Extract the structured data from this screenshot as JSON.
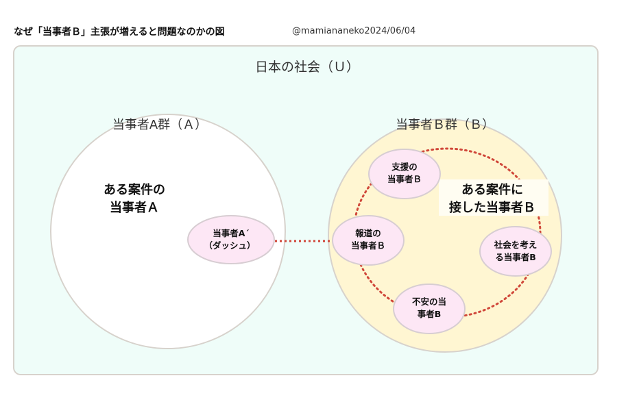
{
  "header": {
    "title": "なぜ「当事者Ｂ」主張が増えると問題なのかの図",
    "credit": "@mamiananeko2024/06/04"
  },
  "universe": {
    "label": "日本の社会（Ｕ）",
    "fill": "#effdf9",
    "stroke": "#d7d2cc"
  },
  "group_a": {
    "label": "当事者A群（Ａ）",
    "main_lines": [
      "ある案件の",
      "当事者Ａ"
    ],
    "fill": "#ffffff",
    "stroke": "#d7d2cc"
  },
  "group_b": {
    "label": "当事者Ｂ群（Ｂ）",
    "main_lines": [
      "ある案件に",
      "接した当事者Ｂ"
    ],
    "fill": "#fff6d2",
    "stroke": "#d7d2cc"
  },
  "nodes": {
    "a_dash": [
      "当事者A´",
      "（ダッシュ）"
    ],
    "support": [
      "支援の",
      "当事者Ｂ"
    ],
    "report": [
      "報道の",
      "当事者Ｂ"
    ],
    "society": [
      "社会を考え",
      "る当事者B"
    ],
    "anxiety": [
      "不安の当",
      "事者B"
    ],
    "node_fill": "#fde7f5",
    "node_stroke": "#d7cdd2"
  },
  "connector_color": "#d0473a"
}
